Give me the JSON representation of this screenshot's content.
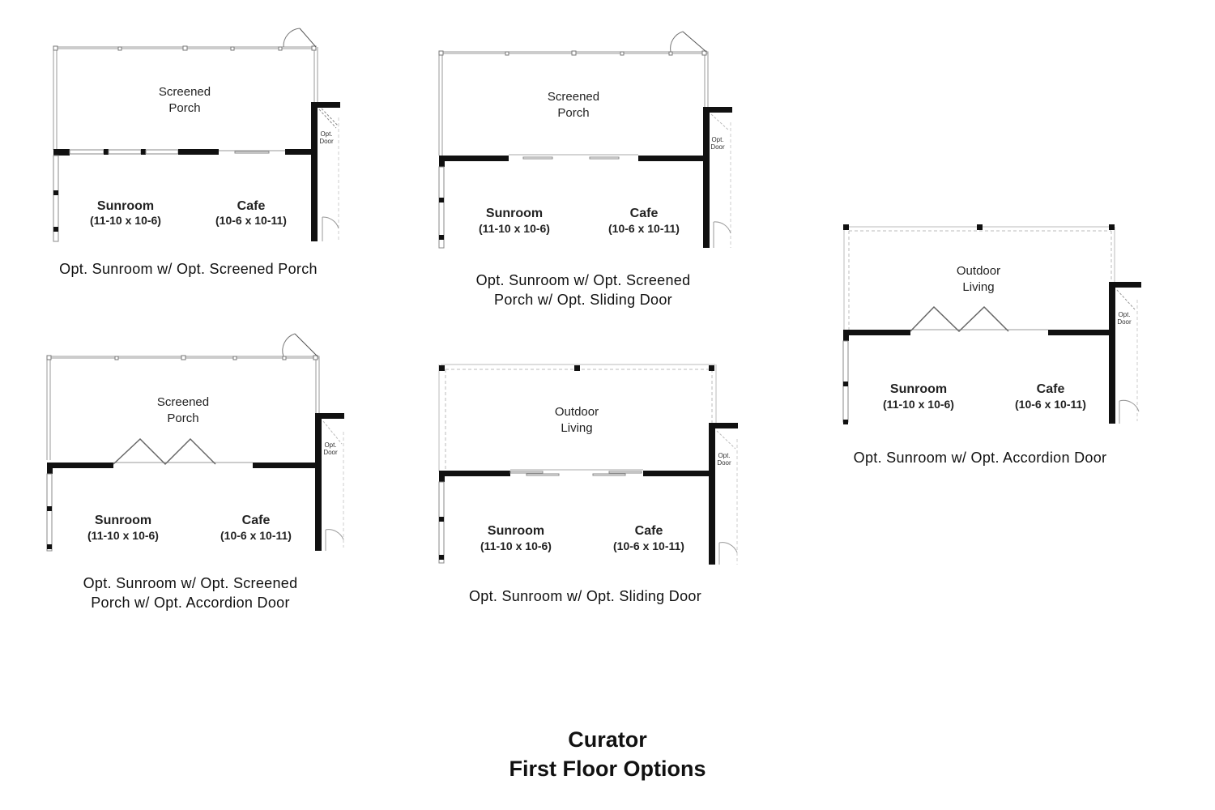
{
  "title": {
    "line1": "Curator",
    "line2": "First Floor Options"
  },
  "plans": [
    {
      "upper_room": [
        "Screened",
        "Porch"
      ],
      "sunroom": {
        "name": "Sunroom",
        "dims": "(11-10 x 10-6)"
      },
      "cafe": {
        "name": "Cafe",
        "dims": "(10-6 x 10-11)"
      },
      "opt_door": [
        "Opt.",
        "Door"
      ],
      "caption": [
        "Opt. Sunroom w/ Opt. Screened Porch"
      ],
      "door_type": "windows"
    },
    {
      "upper_room": [
        "Screened",
        "Porch"
      ],
      "sunroom": {
        "name": "Sunroom",
        "dims": "(11-10 x 10-6)"
      },
      "cafe": {
        "name": "Cafe",
        "dims": "(10-6 x 10-11)"
      },
      "opt_door": [
        "Opt.",
        "Door"
      ],
      "caption": [
        "Opt. Sunroom w/ Opt. Screened",
        "Porch w/ Opt. Sliding Door"
      ],
      "door_type": "sliding"
    },
    {
      "upper_room": [
        "Outdoor",
        "Living"
      ],
      "sunroom": {
        "name": "Sunroom",
        "dims": "(11-10 x 10-6)"
      },
      "cafe": {
        "name": "Cafe",
        "dims": "(10-6 x 10-11)"
      },
      "opt_door": [
        "Opt.",
        "Door"
      ],
      "caption": [
        "Opt. Sunroom w/ Opt. Accordion Door"
      ],
      "door_type": "accordion"
    },
    {
      "upper_room": [
        "Screened",
        "Porch"
      ],
      "sunroom": {
        "name": "Sunroom",
        "dims": "(11-10 x 10-6)"
      },
      "cafe": {
        "name": "Cafe",
        "dims": "(10-6 x 10-11)"
      },
      "opt_door": [
        "Opt.",
        "Door"
      ],
      "caption": [
        "Opt. Sunroom w/ Opt. Screened",
        "Porch w/ Opt. Accordion Door"
      ],
      "door_type": "accordion"
    },
    {
      "upper_room": [
        "Outdoor",
        "Living"
      ],
      "sunroom": {
        "name": "Sunroom",
        "dims": "(11-10 x 10-6)"
      },
      "cafe": {
        "name": "Cafe",
        "dims": "(10-6 x 10-11)"
      },
      "opt_door": [
        "Opt.",
        "Door"
      ],
      "caption": [
        "Opt. Sunroom w/ Opt. Sliding Door"
      ],
      "door_type": "sliding"
    }
  ]
}
